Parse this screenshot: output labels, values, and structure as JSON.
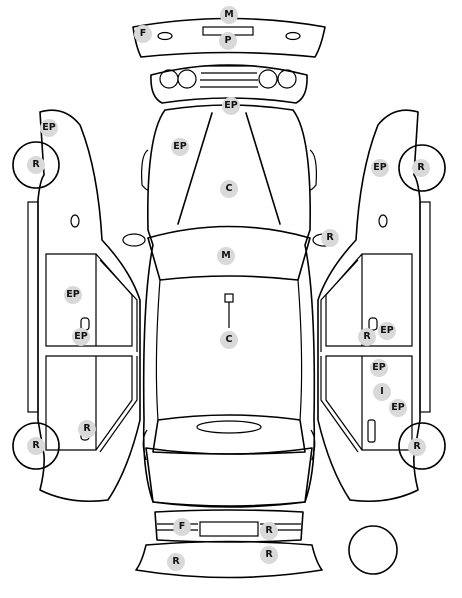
{
  "marks": [
    {
      "code": "M"
    },
    {
      "code": "F"
    },
    {
      "code": "P"
    },
    {
      "code": "EP"
    },
    {
      "code": "EP"
    },
    {
      "code": "C"
    },
    {
      "code": "R"
    },
    {
      "code": "M"
    },
    {
      "code": "C"
    },
    {
      "code": "EP"
    },
    {
      "code": "R"
    },
    {
      "code": "EP"
    },
    {
      "code": "EP"
    },
    {
      "code": "R"
    },
    {
      "code": "R"
    },
    {
      "code": "EP"
    },
    {
      "code": "R"
    },
    {
      "code": "R"
    },
    {
      "code": "EP"
    },
    {
      "code": "EP"
    },
    {
      "code": "I"
    },
    {
      "code": "EP"
    },
    {
      "code": "R"
    },
    {
      "code": "F"
    },
    {
      "code": "R"
    },
    {
      "code": "R"
    },
    {
      "code": "R"
    }
  ]
}
